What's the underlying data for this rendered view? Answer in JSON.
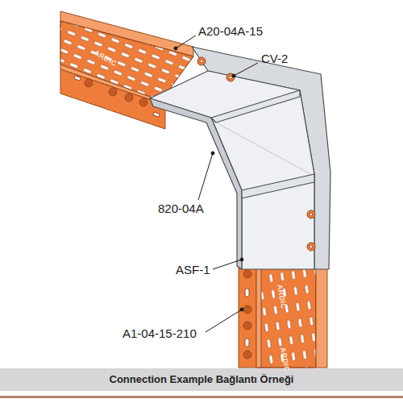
{
  "diagram": {
    "caption": "Connection Example Bağlantı Örneği",
    "labels": [
      "A20-04A-15",
      "CV-2",
      "820-04A",
      "ASF-1",
      "A1-04-15-210",
      "ARDIC",
      "ARDIC",
      "ARDIC"
    ]
  }
}
